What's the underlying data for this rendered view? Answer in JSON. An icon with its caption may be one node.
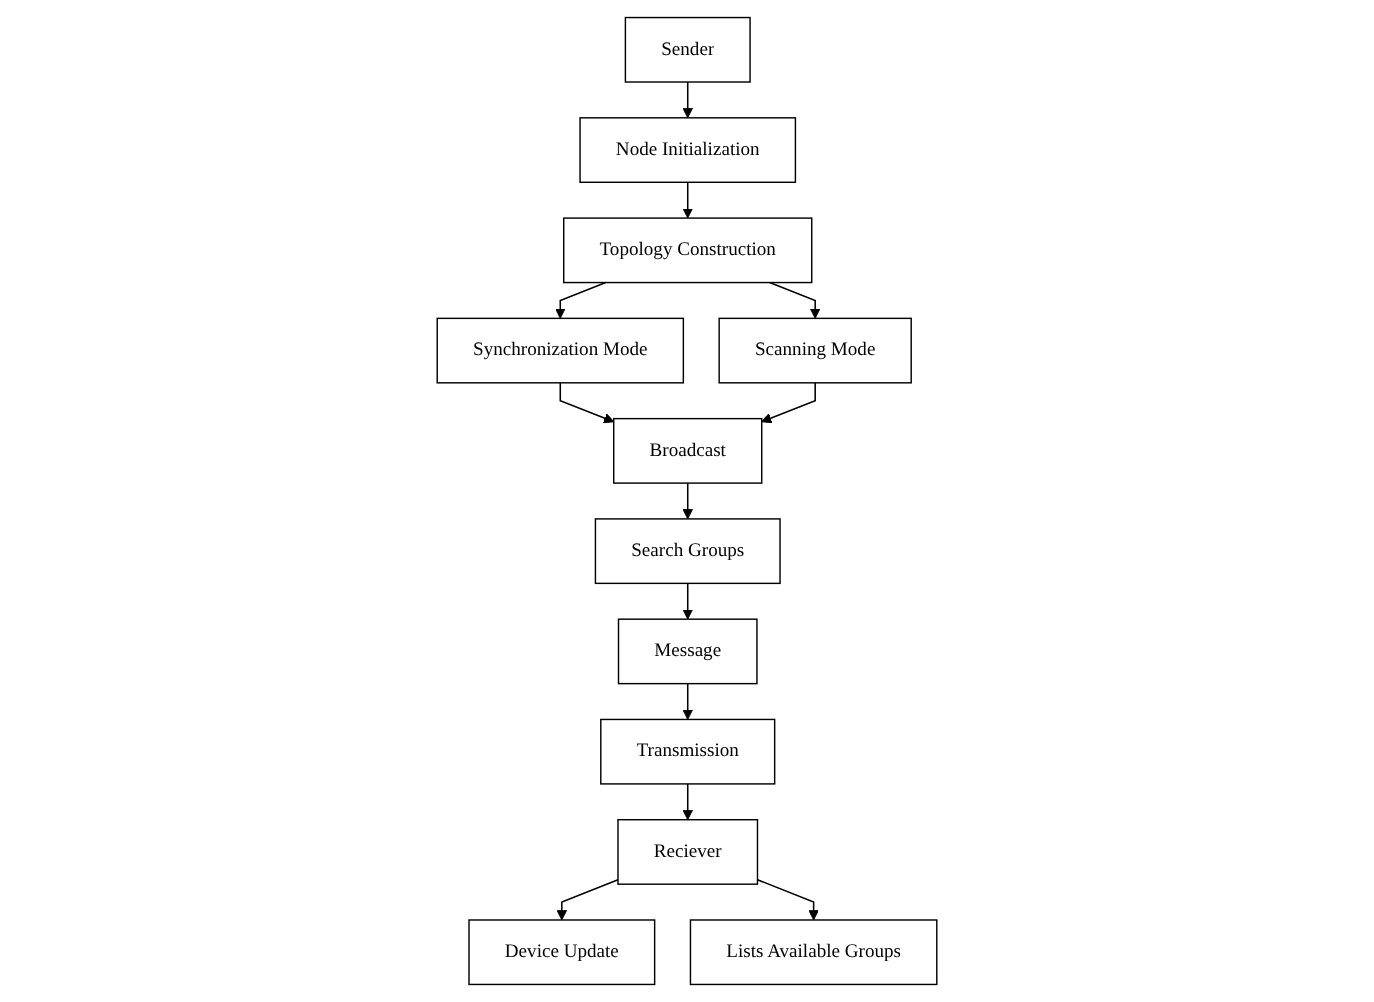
{
  "diagram": {
    "nodes": [
      {
        "text": [
          "Sender"
        ]
      },
      {
        "text": [
          "Node Initialization"
        ]
      },
      {
        "text": [
          "Topology Construction"
        ]
      },
      {
        "text": [
          "Synchronization Mode"
        ]
      },
      {
        "text": [
          "Scanning Mode"
        ]
      },
      {
        "text": [
          "Broadcast"
        ]
      },
      {
        "text": [
          "Search Groups"
        ]
      },
      {
        "text": [
          "Message"
        ]
      },
      {
        "text": [
          "Transmission"
        ]
      },
      {
        "text": [
          "Reciever"
        ]
      },
      {
        "text": [
          "Device Update"
        ]
      },
      {
        "text": [
          "Lists Available Groups"
        ]
      }
    ],
    "edges": [
      {
        "from": 0,
        "to": 1,
        "arrow": "to"
      },
      {
        "from": 1,
        "to": 2,
        "arrow": "to"
      },
      {
        "from": 2,
        "to": 3,
        "arrow": "to"
      },
      {
        "from": 2,
        "to": 4,
        "arrow": "to"
      },
      {
        "from": 3,
        "to": 5,
        "arrow": "to"
      },
      {
        "from": 4,
        "to": 5,
        "arrow": "to"
      },
      {
        "from": 5,
        "to": 6,
        "arrow": "to"
      },
      {
        "from": 6,
        "to": 7,
        "arrow": "to"
      },
      {
        "from": 7,
        "to": 8,
        "arrow": "to"
      },
      {
        "from": 8,
        "to": 9,
        "arrow": "to"
      },
      {
        "from": 9,
        "to": 10,
        "arrow": "to"
      },
      {
        "from": 9,
        "to": 11,
        "arrow": "to"
      }
    ]
  }
}
